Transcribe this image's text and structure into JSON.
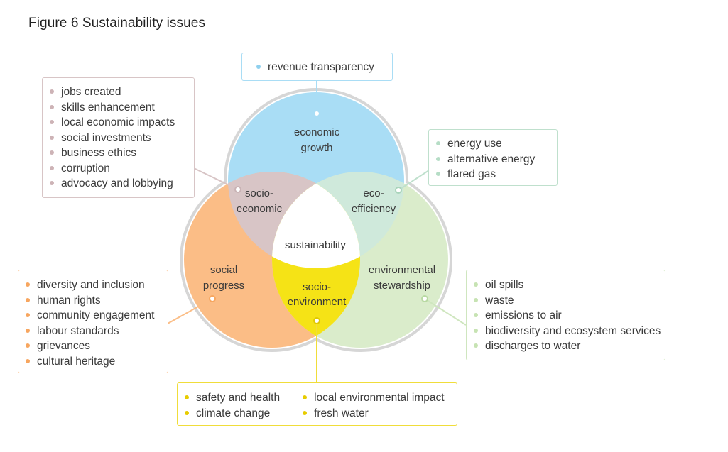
{
  "figure": {
    "title": "Figure 6  Sustainability issues"
  },
  "colors": {
    "economic": "#a9ddf5",
    "social": "#fbbd86",
    "environmental": "#daeccb",
    "socio_economic": "#d8c5c6",
    "eco_efficiency": "#cfe9db",
    "socio_environment": "#f5e316",
    "ring": "#d6d6d6"
  },
  "circles": {
    "economic": [
      "economic",
      "growth"
    ],
    "social": [
      "social",
      "progress"
    ],
    "environmental": [
      "environmental",
      "stewardship"
    ]
  },
  "overlaps": {
    "socio_economic": [
      "socio-",
      "economic"
    ],
    "eco_efficiency": [
      "eco-",
      "efficiency"
    ],
    "socio_environment": [
      "socio-",
      "environment"
    ],
    "center": "sustainability"
  },
  "boxes": {
    "revenue": {
      "items": [
        "revenue transparency"
      ],
      "dot_color": "#8fd0ee",
      "border_color": "#a9ddf5"
    },
    "socio_economic": {
      "items": [
        "jobs created",
        "skills enhancement",
        "local economic impacts",
        "social investments",
        "business ethics",
        "corruption",
        "advocacy and lobbying"
      ],
      "dot_color": "#cdb3b6",
      "border_color": "#d8c5c6"
    },
    "eco_efficiency": {
      "items": [
        "energy use",
        "alternative energy",
        "flared gas"
      ],
      "dot_color": "#b6ddc6",
      "border_color": "#bfe0cd"
    },
    "social": {
      "items": [
        "diversity and inclusion",
        "human rights",
        "community engagement",
        "labour standards",
        "grievances",
        "cultural heritage"
      ],
      "dot_color": "#f7a65f",
      "border_color": "#fbbd86"
    },
    "environmental": {
      "items": [
        "oil spills",
        "waste",
        "emissions to air",
        "biodiversity and ecosystem services",
        "discharges to water"
      ],
      "dot_color": "#c7e3b3",
      "border_color": "#cfe6bf"
    },
    "socio_environment": {
      "col1": [
        "safety and health",
        "climate change"
      ],
      "col2": [
        "local environmental impact",
        "fresh water"
      ],
      "dot_color": "#e7cc00",
      "border_color": "#f0dd3a"
    }
  }
}
